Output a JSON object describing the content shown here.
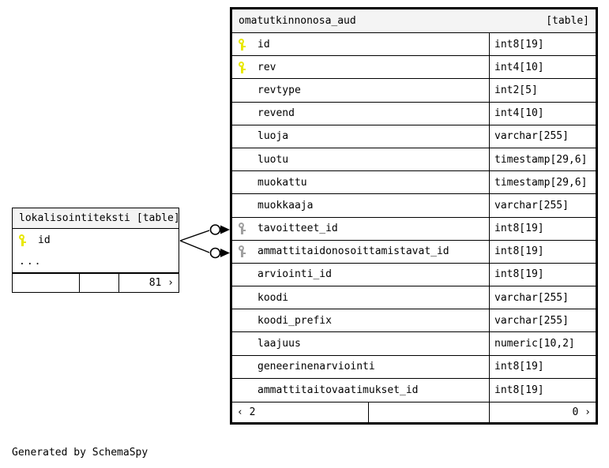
{
  "diagram": {
    "caption": "Generated by SchemaSpy",
    "background_color": "#ffffff",
    "header_color": "#f4f4f4",
    "pk_key_color": "#e8e800",
    "fk_key_color": "#a0a0a0"
  },
  "main_table": {
    "name": "omatutkinnonosa_aud",
    "kind": "[table]",
    "columns": [
      {
        "key": "pk",
        "name": "id",
        "type": "int8[19]"
      },
      {
        "key": "pk",
        "name": "rev",
        "type": "int4[10]"
      },
      {
        "key": "",
        "name": "revtype",
        "type": "int2[5]"
      },
      {
        "key": "",
        "name": "revend",
        "type": "int4[10]"
      },
      {
        "key": "",
        "name": "luoja",
        "type": "varchar[255]"
      },
      {
        "key": "",
        "name": "luotu",
        "type": "timestamp[29,6]"
      },
      {
        "key": "",
        "name": "muokattu",
        "type": "timestamp[29,6]"
      },
      {
        "key": "",
        "name": "muokkaaja",
        "type": "varchar[255]"
      },
      {
        "key": "fk",
        "name": "tavoitteet_id",
        "type": "int8[19]"
      },
      {
        "key": "fk",
        "name": "ammattitaidonosoittamistavat_id",
        "type": "int8[19]"
      },
      {
        "key": "",
        "name": "arviointi_id",
        "type": "int8[19]"
      },
      {
        "key": "",
        "name": "koodi",
        "type": "varchar[255]"
      },
      {
        "key": "",
        "name": "koodi_prefix",
        "type": "varchar[255]"
      },
      {
        "key": "",
        "name": "laajuus",
        "type": "numeric[10,2]"
      },
      {
        "key": "",
        "name": "geneerinenarviointi",
        "type": "int8[19]"
      },
      {
        "key": "",
        "name": "ammattitaitovaatimukset_id",
        "type": "int8[19]"
      }
    ],
    "footer": {
      "left": "‹ 2",
      "middle": "",
      "right": "0 ›"
    }
  },
  "ref_table": {
    "name": "lokalisointiteksti",
    "kind": "[table]",
    "columns": [
      {
        "key": "pk",
        "name": "id",
        "type": ""
      }
    ],
    "ellipsis": "...",
    "footer": {
      "left": "",
      "middle": "",
      "right": "81 ›"
    }
  },
  "relationships": [
    {
      "from": "lokalisointiteksti.id",
      "to": "omatutkinnonosa_aud.tavoitteet_id"
    },
    {
      "from": "lokalisointiteksti.id",
      "to": "omatutkinnonosa_aud.ammattitaidonosoittamistavat_id"
    }
  ]
}
